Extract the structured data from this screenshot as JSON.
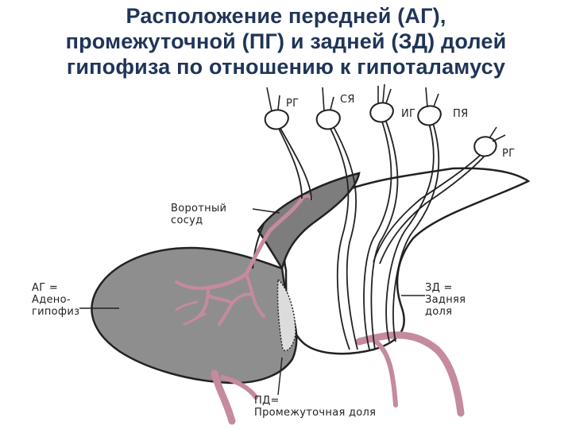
{
  "title": {
    "line1": "Расположение передней (АГ),",
    "line2": "промежуточной (ПГ) и задней (ЗД) долей",
    "line3": "гипофиза по отношению к гипоталамусу"
  },
  "labels": {
    "rg_top": "РГ",
    "sya": "СЯ",
    "ig": "ИГ",
    "pya": "ПЯ",
    "rg_right": "РГ",
    "portal_vessel": [
      "Воротный",
      "сосуд"
    ],
    "ag": [
      "АГ =",
      "Адено-",
      "гипофиз"
    ],
    "zd": [
      "ЗД =",
      "Задняя",
      "доля"
    ],
    "pd": [
      "ПД=",
      "Промежуточная доля"
    ]
  },
  "colors": {
    "title": "#1f3558",
    "lobe_fill": "#8e8e8e",
    "vessel": "#c58aa0",
    "ink": "#222222"
  }
}
